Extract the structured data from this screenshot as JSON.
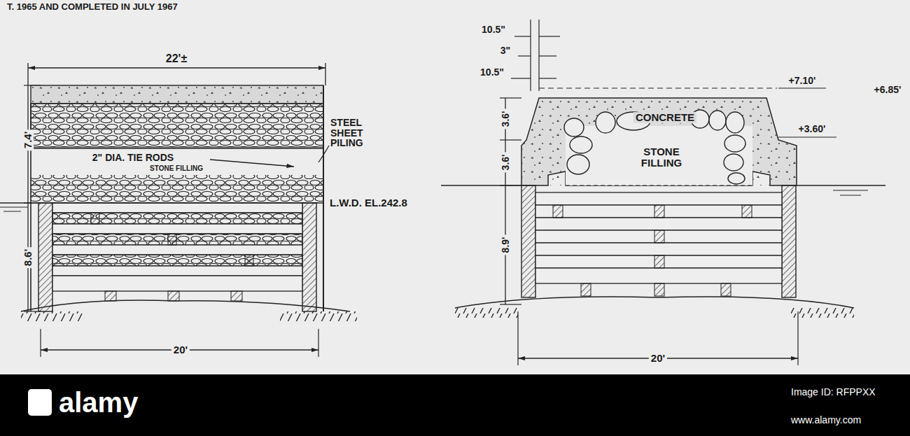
{
  "diagram": {
    "labels": [
      "T. 1965 AND COMPLETED IN JULY 1967",
      "22'±",
      "7.4'",
      "8.6'",
      "STEEL SHEET PILING",
      "2\" DIA. TIE RODS",
      "STONE FILLING",
      "L.W.D. EL.242.8",
      "20'",
      "10.5\"",
      "3\"",
      "10.5\"",
      "+7.10'",
      "+6.85'",
      "CONCRETE",
      "STONE FILLING",
      "+3.60'",
      "3.6'",
      "3.6'",
      "8.9'",
      "20'",
      "alamy",
      "Image ID: RFPPXX",
      "www.alamy.com"
    ]
  }
}
